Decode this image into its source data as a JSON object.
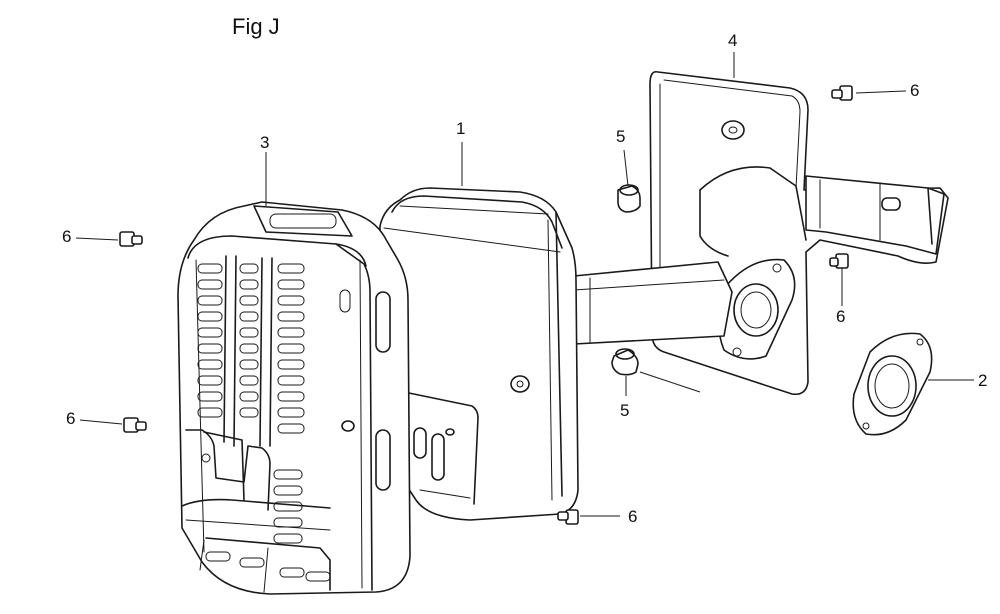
{
  "figure": {
    "title": "Fig J"
  },
  "callouts": {
    "c1": "1",
    "c2": "2",
    "c3": "3",
    "c4": "4",
    "c5a": "5",
    "c5b": "5",
    "c6a": "6",
    "c6b": "6",
    "c6c": "6",
    "c6d": "6",
    "c6e": "6"
  }
}
